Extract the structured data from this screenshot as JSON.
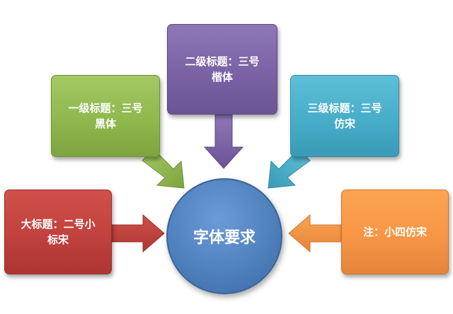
{
  "diagram": {
    "center": {
      "label": "字体要求",
      "color": "#4f81bd"
    },
    "boxes": {
      "level1": {
        "label": "一级标题：三号\n黑体",
        "color": "#9bbb59"
      },
      "level2": {
        "label": "二级标题：三号\n楷体",
        "color": "#8064a2"
      },
      "level3": {
        "label": "三级标题：三号\n仿宋",
        "color": "#4bacc6"
      },
      "main_title": {
        "label": "大标题：二号小\n标宋",
        "color": "#c0504d"
      },
      "note": {
        "label": "注：小四仿宋",
        "color": "#f79646"
      }
    }
  }
}
